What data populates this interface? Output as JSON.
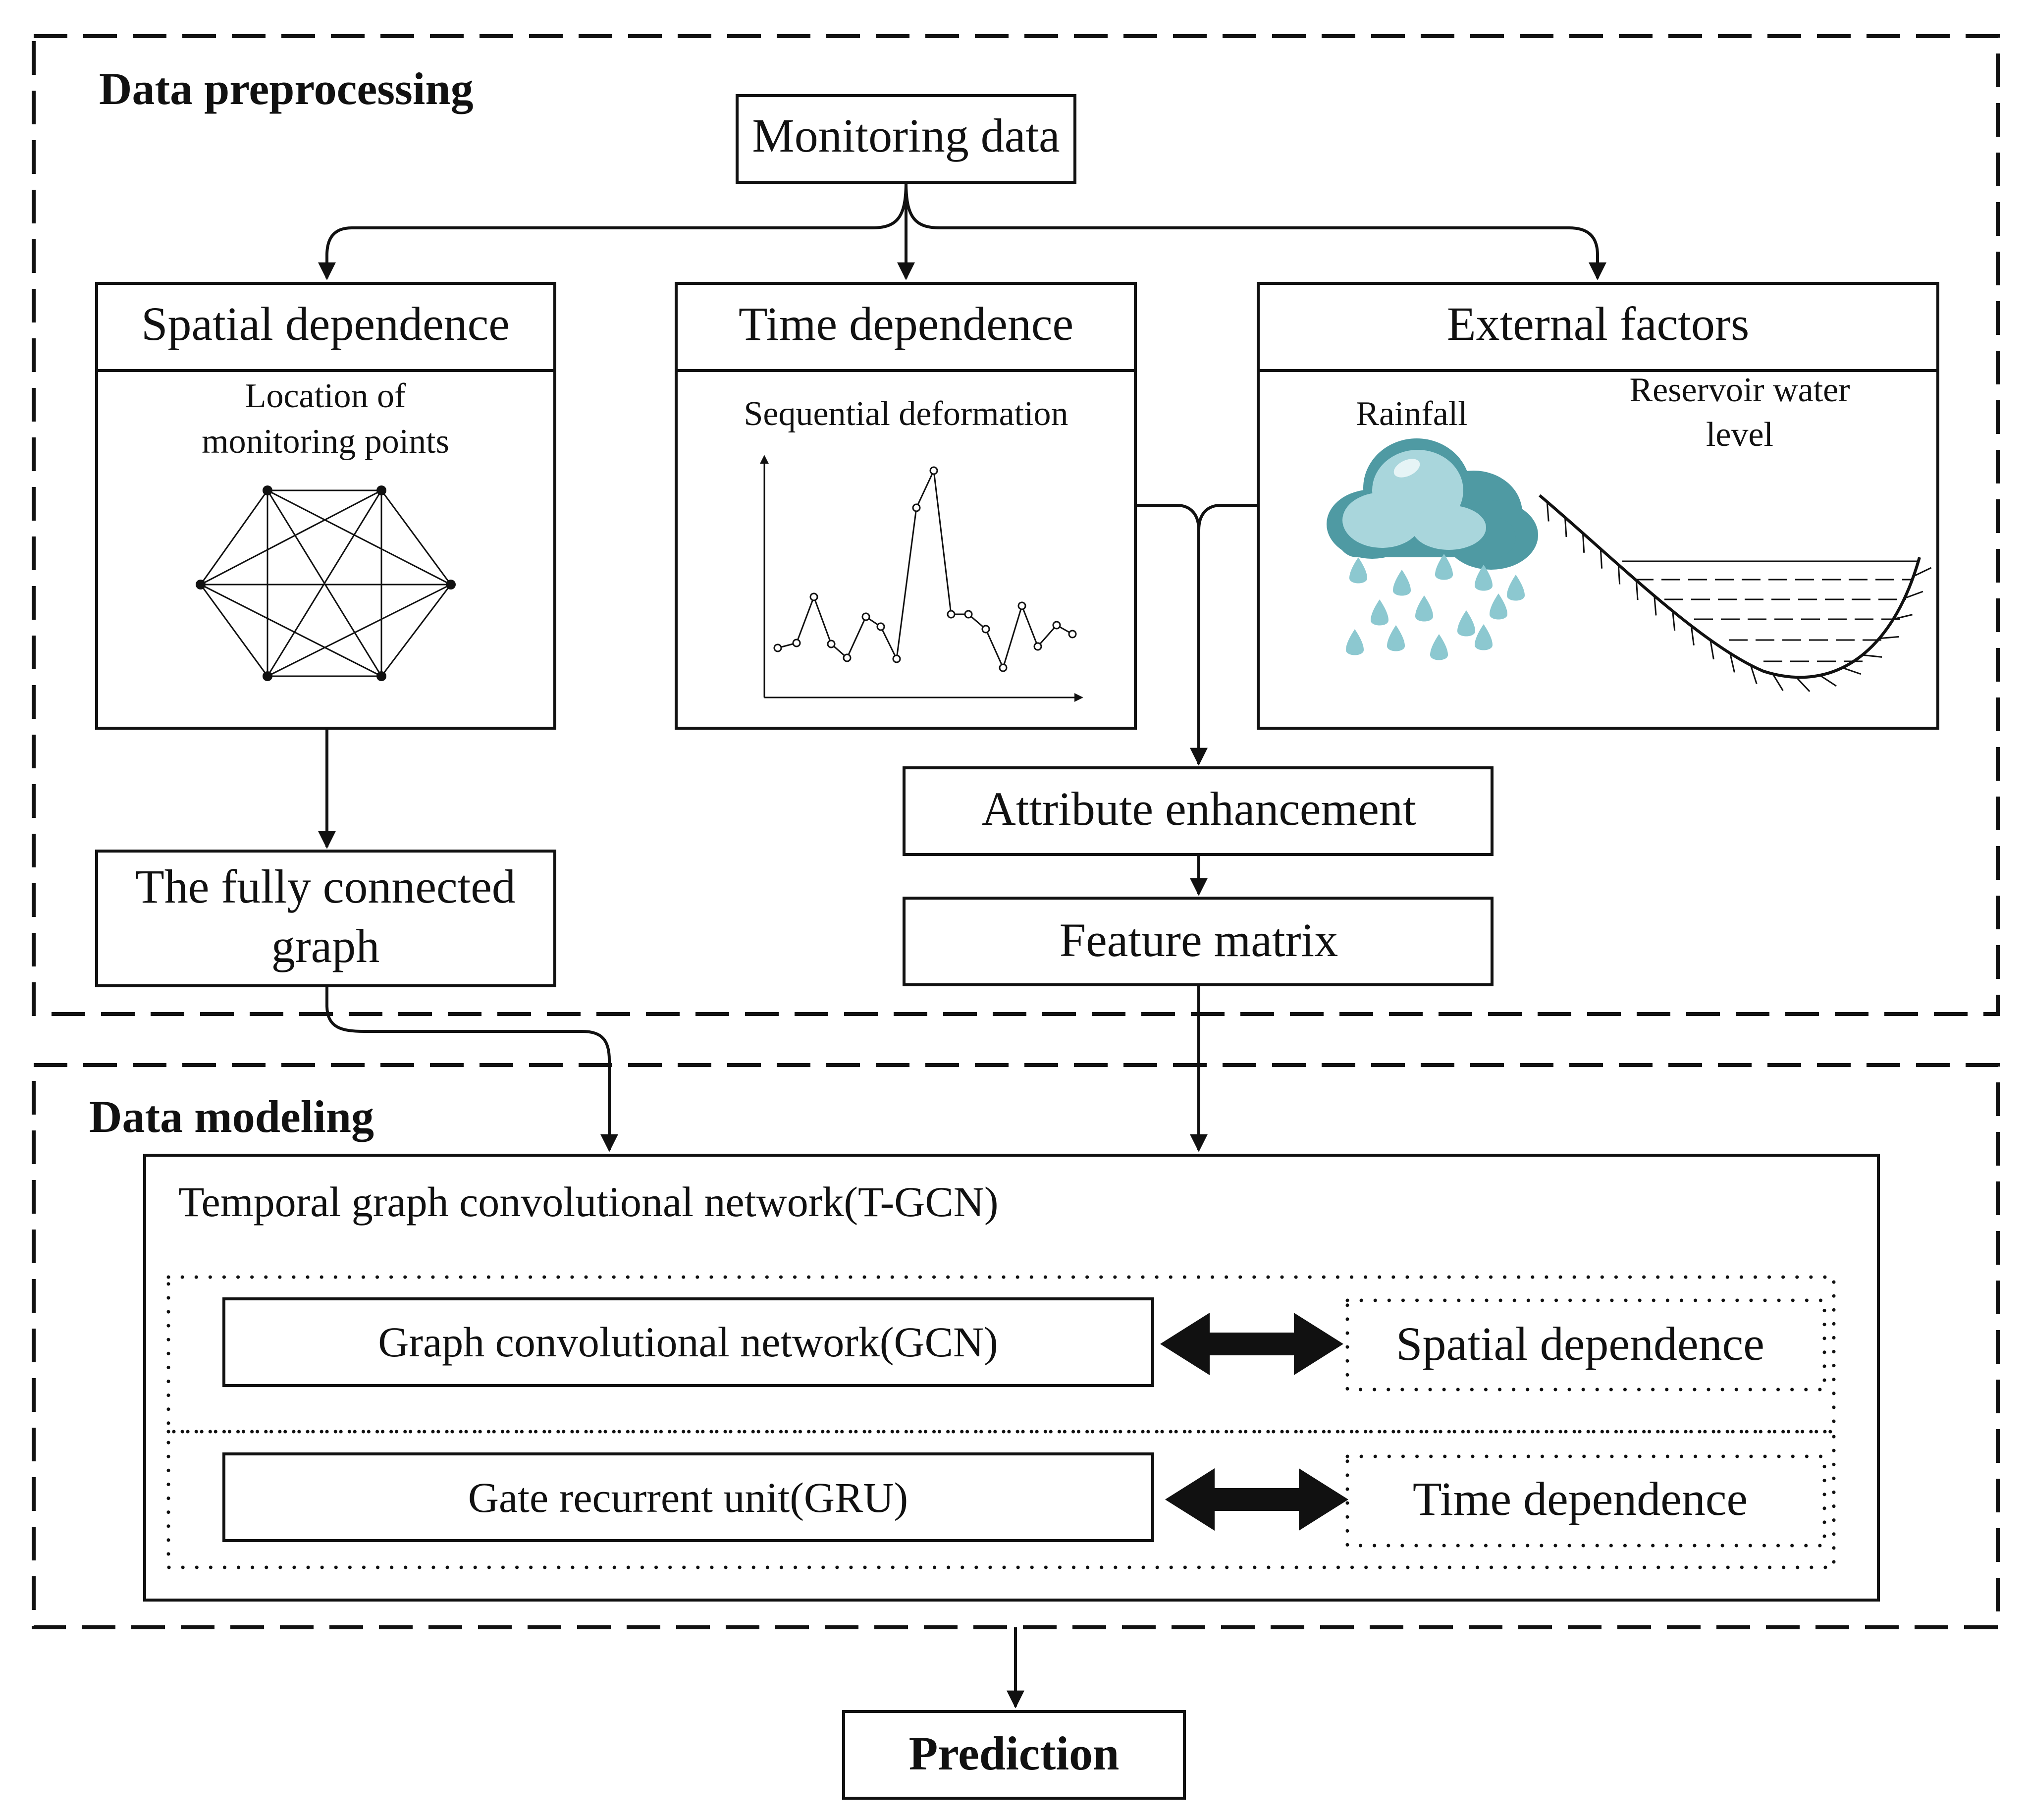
{
  "sections": {
    "preprocessing_title": "Data preprocessing",
    "modeling_title": "Data modeling"
  },
  "nodes": {
    "monitoring_data": "Monitoring data",
    "spatial": {
      "title": "Spatial dependence",
      "caption_line1": "Location of",
      "caption_line2": "monitoring points"
    },
    "time": {
      "title": "Time dependence",
      "caption": "Sequential deformation"
    },
    "external": {
      "title": "External factors",
      "rainfall": "Rainfall",
      "reservoir_line1": "Reservoir water",
      "reservoir_line2": "level"
    },
    "attribute_enhancement": "Attribute enhancement",
    "feature_matrix": "Feature matrix",
    "fully_connected_line1": "The fully connected",
    "fully_connected_line2": "graph",
    "tgcn": "Temporal graph convolutional network(T-GCN)",
    "gcn": "Graph convolutional network(GCN)",
    "gcn_dependence": "Spatial dependence",
    "gru": "Gate recurrent unit(GRU)",
    "gru_dependence": "Time dependence",
    "prediction": "Prediction"
  },
  "colors": {
    "cloud_dark": "#4f9aa3",
    "cloud_light": "#a9d6dc",
    "raindrop": "#8cc8d0"
  }
}
